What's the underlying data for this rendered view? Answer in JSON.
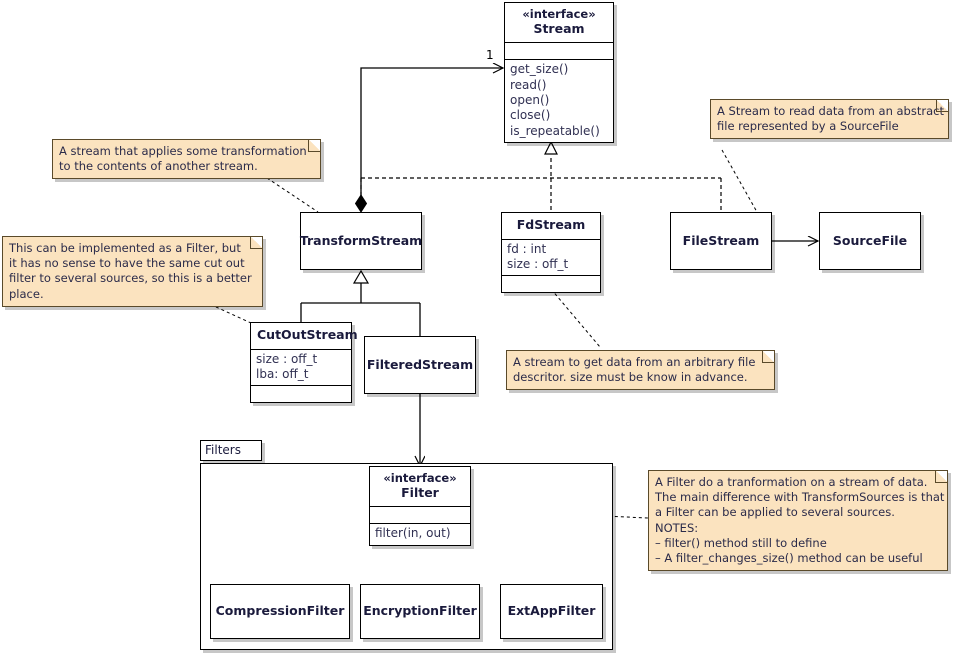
{
  "diagram": {
    "title": "Stream / Filter UML class diagram",
    "colors": {
      "note_fill": "#fbe3bf",
      "note_border": "#5a4a2a",
      "class_fill": "#ffffff",
      "class_border": "#000000",
      "name_text": "#1a1a3c",
      "member_text": "#303052",
      "line": "#000000"
    }
  },
  "classes": {
    "stream": {
      "stereotype": "«interface»",
      "name": "Stream",
      "attributes": [],
      "operations": [
        "get_size()",
        "read()",
        "open()",
        "close()",
        "is_repeatable()"
      ]
    },
    "transform_stream": {
      "stereotype": "",
      "name": "TransformStream",
      "attributes": [],
      "operations": []
    },
    "fd_stream": {
      "stereotype": "",
      "name": "FdStream",
      "attributes": [
        "fd : int",
        "size : off_t"
      ],
      "operations": []
    },
    "file_stream": {
      "stereotype": "",
      "name": "FileStream",
      "attributes": [],
      "operations": []
    },
    "source_file": {
      "stereotype": "",
      "name": "SourceFile",
      "attributes": [],
      "operations": []
    },
    "cut_out_stream": {
      "stereotype": "",
      "name": "CutOutStream",
      "attributes": [
        "size : off_t",
        "lba: off_t"
      ],
      "operations": []
    },
    "filtered_stream": {
      "stereotype": "",
      "name": "FilteredStream",
      "attributes": [],
      "operations": []
    },
    "filter": {
      "stereotype": "«interface»",
      "name": "Filter",
      "attributes": [],
      "operations": [
        "filter(in, out)"
      ]
    },
    "compression_filter": {
      "stereotype": "",
      "name": "CompressionFilter",
      "attributes": [],
      "operations": []
    },
    "encryption_filter": {
      "stereotype": "",
      "name": "EncryptionFilter",
      "attributes": [],
      "operations": []
    },
    "ext_app_filter": {
      "stereotype": "",
      "name": "ExtAppFilter",
      "attributes": [],
      "operations": []
    }
  },
  "package": {
    "label": "Filters"
  },
  "notes": {
    "transform_note": {
      "lines": [
        "A stream that applies some transformation",
        "to the contents of another stream."
      ]
    },
    "cutout_note": {
      "lines": [
        "This can be implemented as a Filter, but",
        "it has no sense to have the same cut out",
        "filter to several sources, so this is a better",
        "place."
      ]
    },
    "filestream_note": {
      "lines": [
        "A Stream to read data from an abstract",
        "file represented by a SourceFile"
      ]
    },
    "fdstream_note": {
      "lines": [
        "A stream to get data from an arbitrary file",
        "descritor. size must be know in advance."
      ]
    },
    "filter_note": {
      "lines": [
        "A Filter do a tranformation on a stream of data.",
        "The main difference with TransformSources is that",
        "a Filter can be applied to several sources.",
        "NOTES:",
        "– filter() method still to define",
        "– A filter_changes_size() method can be useful"
      ]
    }
  },
  "relations": {
    "stream_multiplicity": "1"
  }
}
